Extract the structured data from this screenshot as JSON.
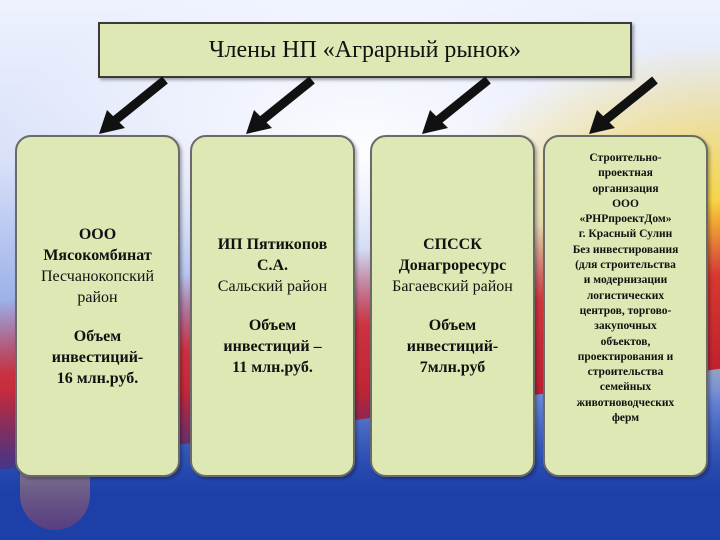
{
  "title": "Члены НП «Аграрный рынок»",
  "members": [
    {
      "name_lines": [
        "ООО",
        "Мясокомбинат"
      ],
      "region_lines": [
        "Песчанокопский",
        "район"
      ],
      "investment_lines": [
        "Объем",
        "инвестиций-",
        "16 млн.руб."
      ]
    },
    {
      "name_lines": [
        "ИП Пятикопов",
        "С.А."
      ],
      "region_lines": [
        "Сальский район"
      ],
      "investment_lines": [
        "Объем",
        "инвестиций –",
        "11 млн.руб."
      ]
    },
    {
      "name_lines": [
        "СПССК",
        "Донагроресурс"
      ],
      "region_lines": [
        "Багаевский район"
      ],
      "investment_lines": [
        "Объем",
        "инвестиций-",
        "7млн.руб"
      ]
    },
    {
      "description_lines": [
        "Строительно-",
        "проектная",
        "организация",
        "ООО",
        "«РНРпроектДом»",
        "г. Красный Сулин",
        "Без инвестирования",
        "(для строительства",
        "и модернизации",
        "логистических",
        "центров, торгово-",
        "закупочных",
        "объектов,",
        "проектирования и",
        "строительства",
        "семейных",
        "животноводческих",
        "ферм"
      ]
    }
  ],
  "colors": {
    "box_fill": "#dde8b4",
    "box_border": "#3a3a3a",
    "arrow_fill": "#111111"
  }
}
